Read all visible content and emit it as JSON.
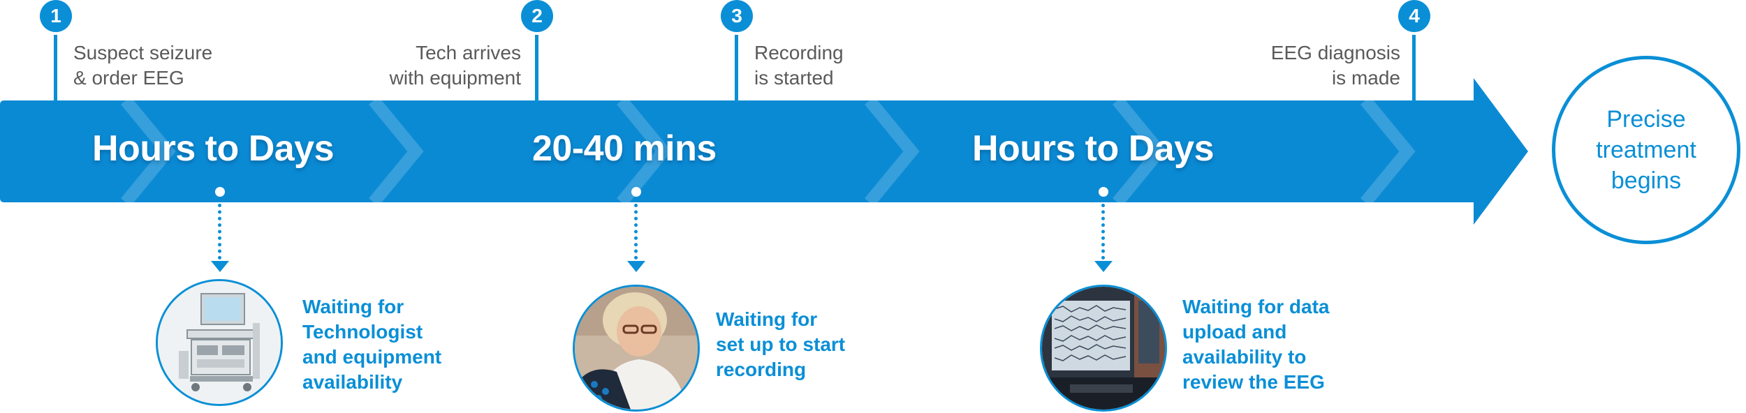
{
  "milestones": [
    {
      "number": "1",
      "lines": [
        "Suspect seizure",
        "& order EEG"
      ]
    },
    {
      "number": "2",
      "lines": [
        "Tech arrives",
        "with equipment"
      ]
    },
    {
      "number": "3",
      "lines": [
        "Recording",
        "is started"
      ]
    },
    {
      "number": "4",
      "lines": [
        "EEG diagnosis",
        "is made"
      ]
    }
  ],
  "durations": [
    "Hours to Days",
    "20-40 mins",
    "Hours to Days"
  ],
  "waits": [
    {
      "lines": [
        "Waiting for",
        "Technologist",
        "and equipment",
        "availability"
      ],
      "photo": "eeg-equipment-cart-photo"
    },
    {
      "lines": [
        "Waiting for",
        "set up to start",
        "recording"
      ],
      "photo": "technologist-setup-photo"
    },
    {
      "lines": [
        "Waiting for data",
        "upload and",
        "availability to",
        "review the EEG"
      ],
      "photo": "eeg-monitor-photo"
    }
  ],
  "goal": {
    "lines": [
      "Precise",
      "treatment",
      "begins"
    ]
  },
  "colors": {
    "brand_blue": "#0a8fd6",
    "arrow_blue": "#0b8ad4",
    "label_gray": "#5a5a5a"
  }
}
